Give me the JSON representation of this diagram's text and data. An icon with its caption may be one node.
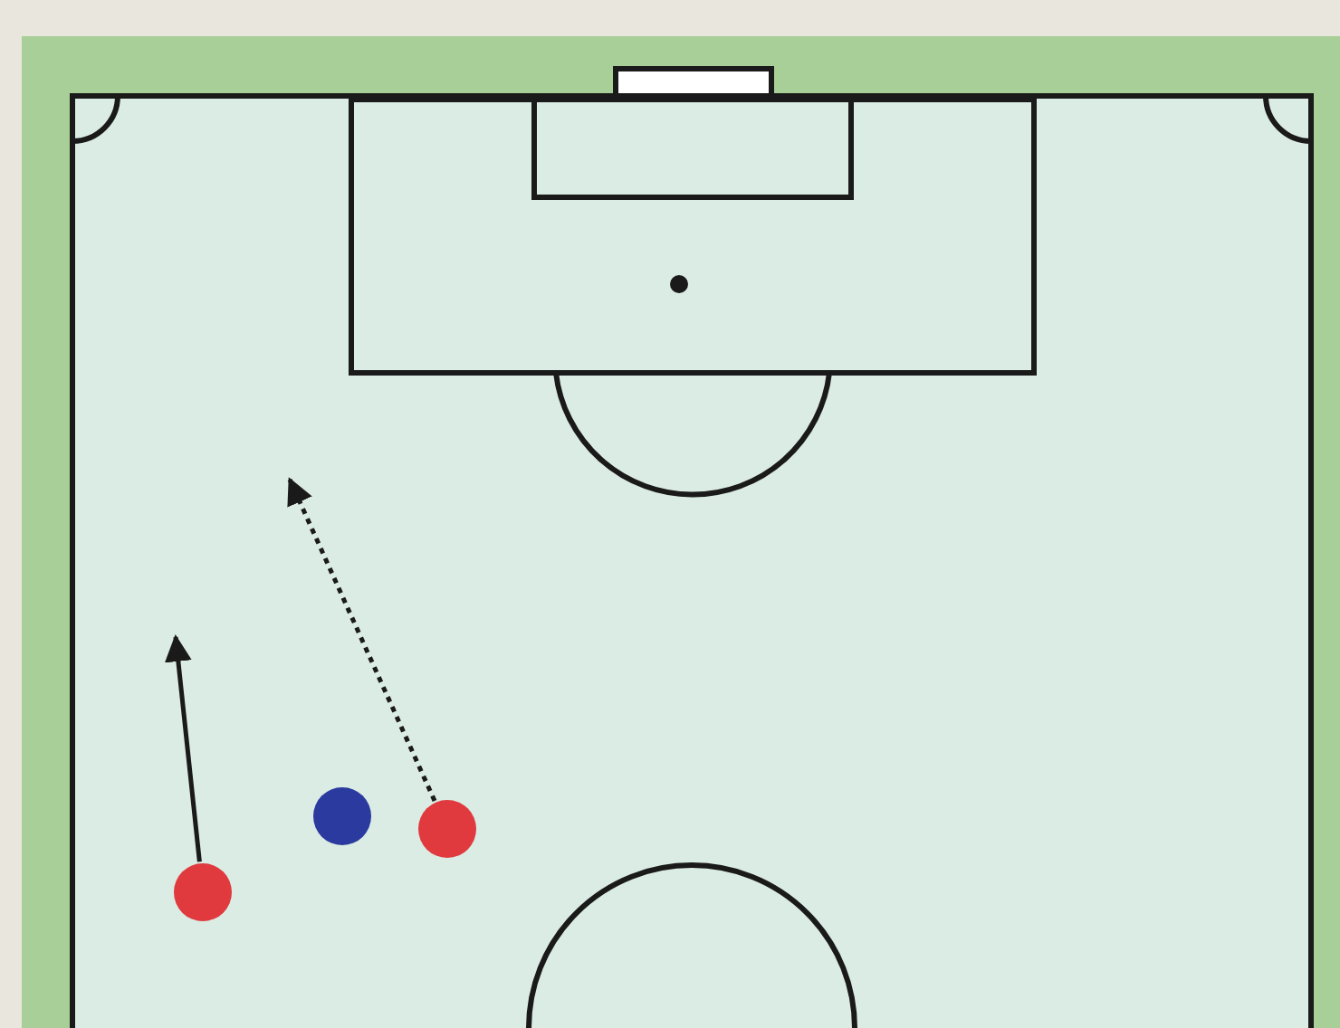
{
  "diagram": {
    "nodes": [
      {
        "text": [],
        "shape": "circle"
      },
      {
        "text": [],
        "shape": "circle"
      },
      {
        "text": [],
        "shape": "circle"
      }
    ],
    "edges": [
      {
        "from": 0,
        "to": null,
        "arrow": "to"
      },
      {
        "from": 2,
        "to": null,
        "arrow": "to",
        "style": "dashed"
      }
    ]
  }
}
